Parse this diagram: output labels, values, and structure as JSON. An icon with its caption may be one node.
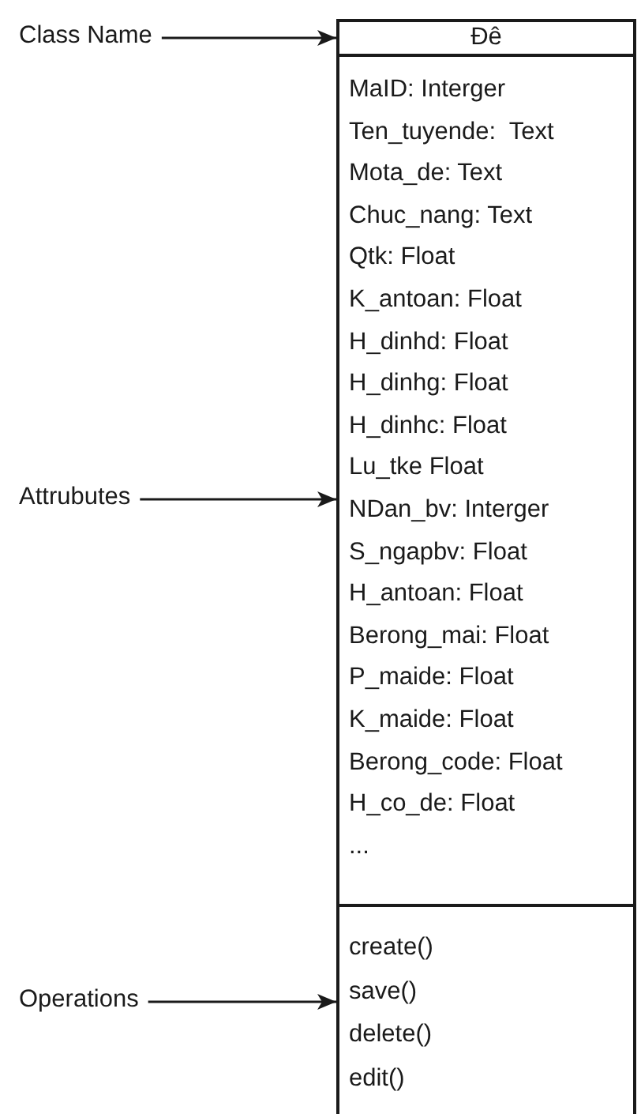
{
  "diagram": {
    "nodes": [
      {
        "text": [
          "Class Name"
        ]
      },
      {
        "text": [
          "Attrubutes"
        ]
      },
      {
        "text": [
          "Operations"
        ]
      },
      {
        "text": [
          "Đê"
        ]
      },
      {
        "text": [
          "MaID: Interger",
          "Ten_tuyende:  Text",
          "Mota_de: Text",
          "Chuc_nang: Text",
          "Qtk: Float",
          "K_antoan: Float",
          "H_dinhd: Float",
          "H_dinhg: Float",
          "H_dinhc: Float",
          "Lu_tke Float",
          "NDan_bv: Interger",
          "S_ngapbv: Float",
          "H_antoan: Float",
          "Berong_mai: Float",
          "P_maide: Float",
          "K_maide: Float",
          "Berong_code: Float",
          "H_co_de: Float",
          "..."
        ]
      },
      {
        "text": [
          "create()",
          "save()",
          "delete()",
          "edit()"
        ]
      }
    ],
    "edges": [
      {
        "from": 0,
        "to": 3,
        "arrow": "to"
      },
      {
        "from": 1,
        "to": 4,
        "arrow": "to"
      },
      {
        "from": 2,
        "to": 5,
        "arrow": "to"
      }
    ]
  }
}
